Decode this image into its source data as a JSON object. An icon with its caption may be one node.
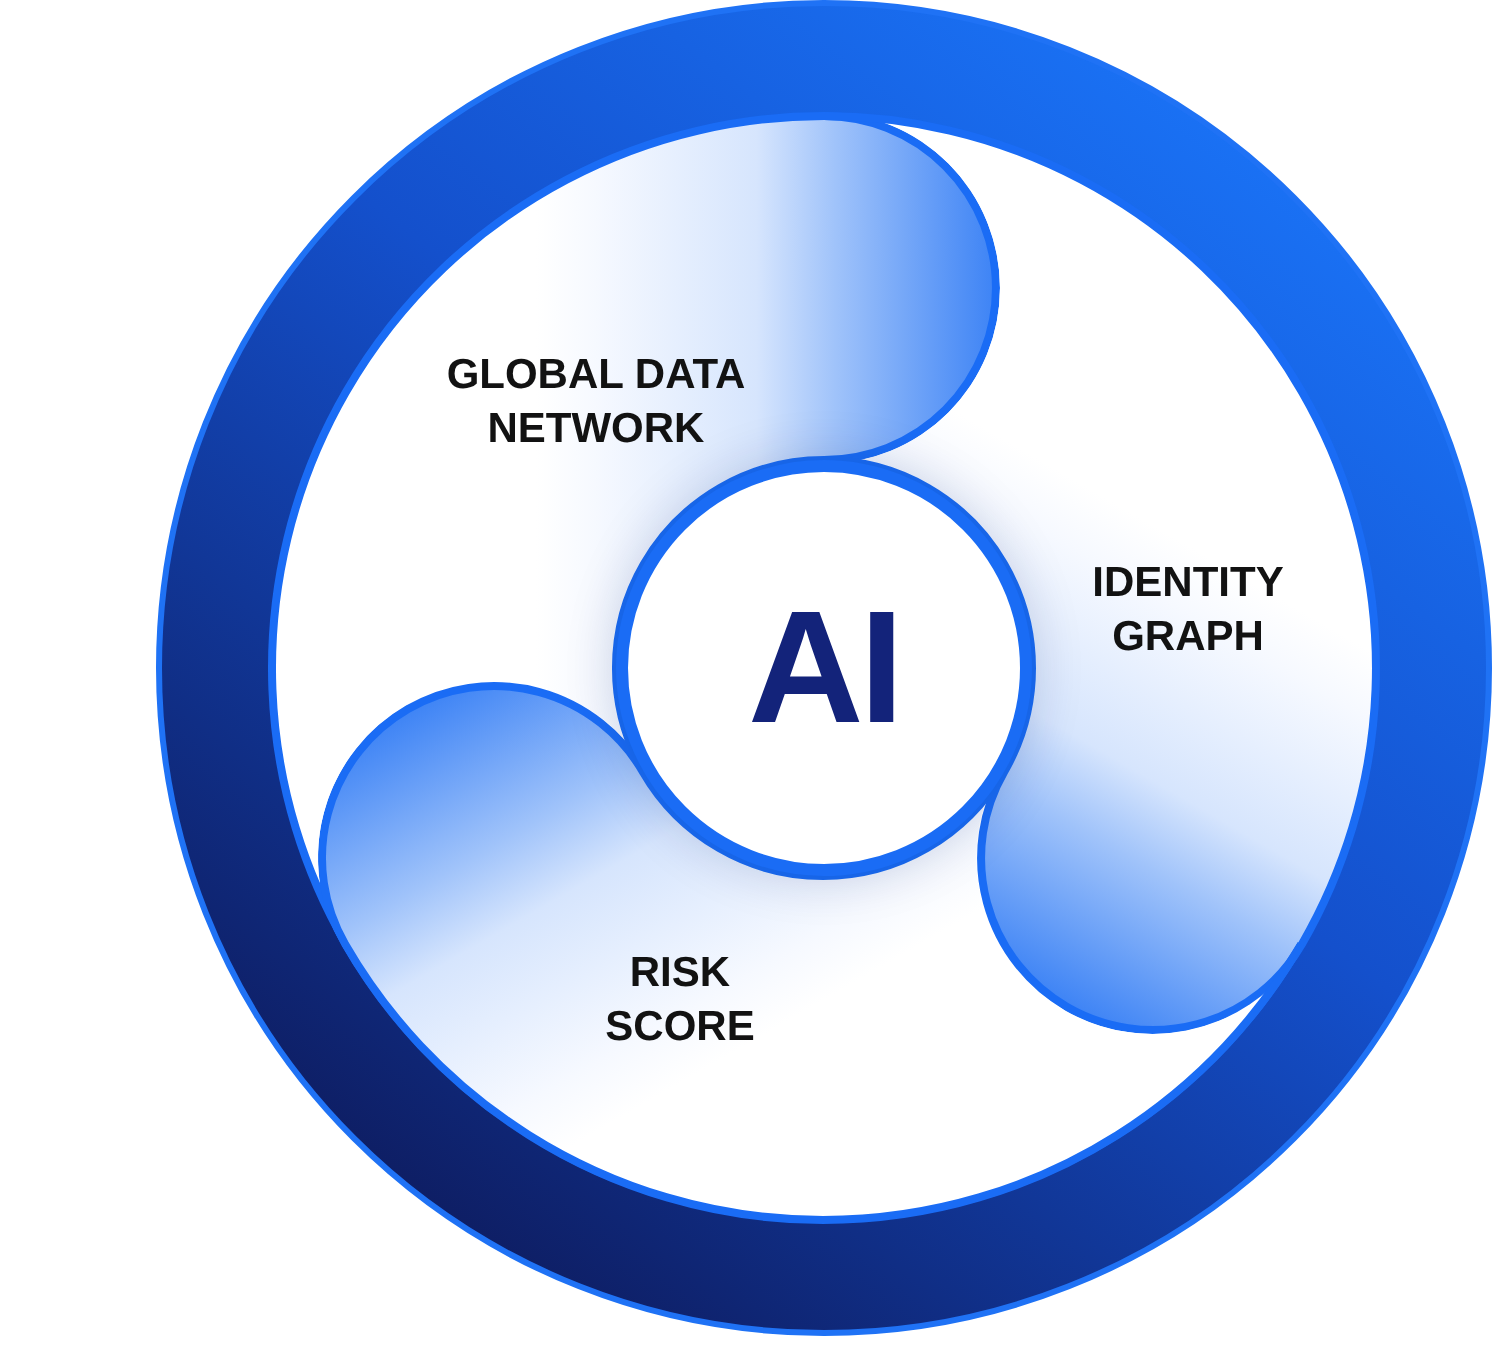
{
  "diagram": {
    "nodes": [
      {
        "text": [
          "GLOBAL DATA NETWORK"
        ]
      },
      {
        "text": [
          "IDENTITY GRAPH"
        ]
      },
      {
        "text": [
          "AI"
        ]
      },
      {
        "text": [
          "RISK SCORE"
        ]
      }
    ]
  }
}
